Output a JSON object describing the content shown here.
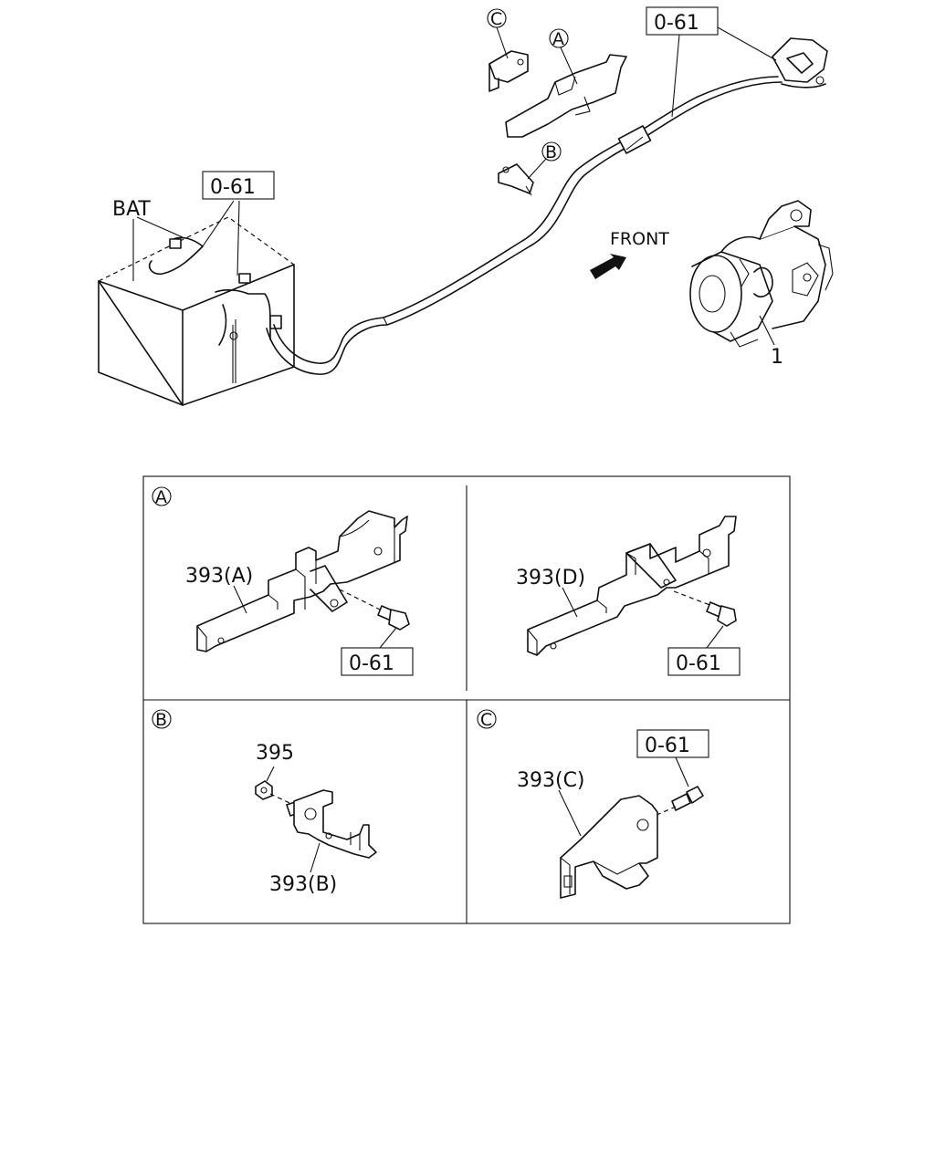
{
  "top": {
    "battery_label": "BAT",
    "front_label": "FRONT",
    "ref_code_battery": "0-61",
    "ref_code_harness": "0-61",
    "part_starter": "1",
    "callout_a": "A",
    "callout_b": "B",
    "callout_c": "C"
  },
  "detail_a": {
    "callout": "A",
    "left_part": "393(A)",
    "left_ref": "0-61",
    "right_part": "393(D)",
    "right_ref": "0-61"
  },
  "detail_b": {
    "callout": "B",
    "nut_part": "395",
    "bracket_part": "393(B)"
  },
  "detail_c": {
    "callout": "C",
    "bracket_part": "393(C)",
    "ref": "0-61"
  }
}
